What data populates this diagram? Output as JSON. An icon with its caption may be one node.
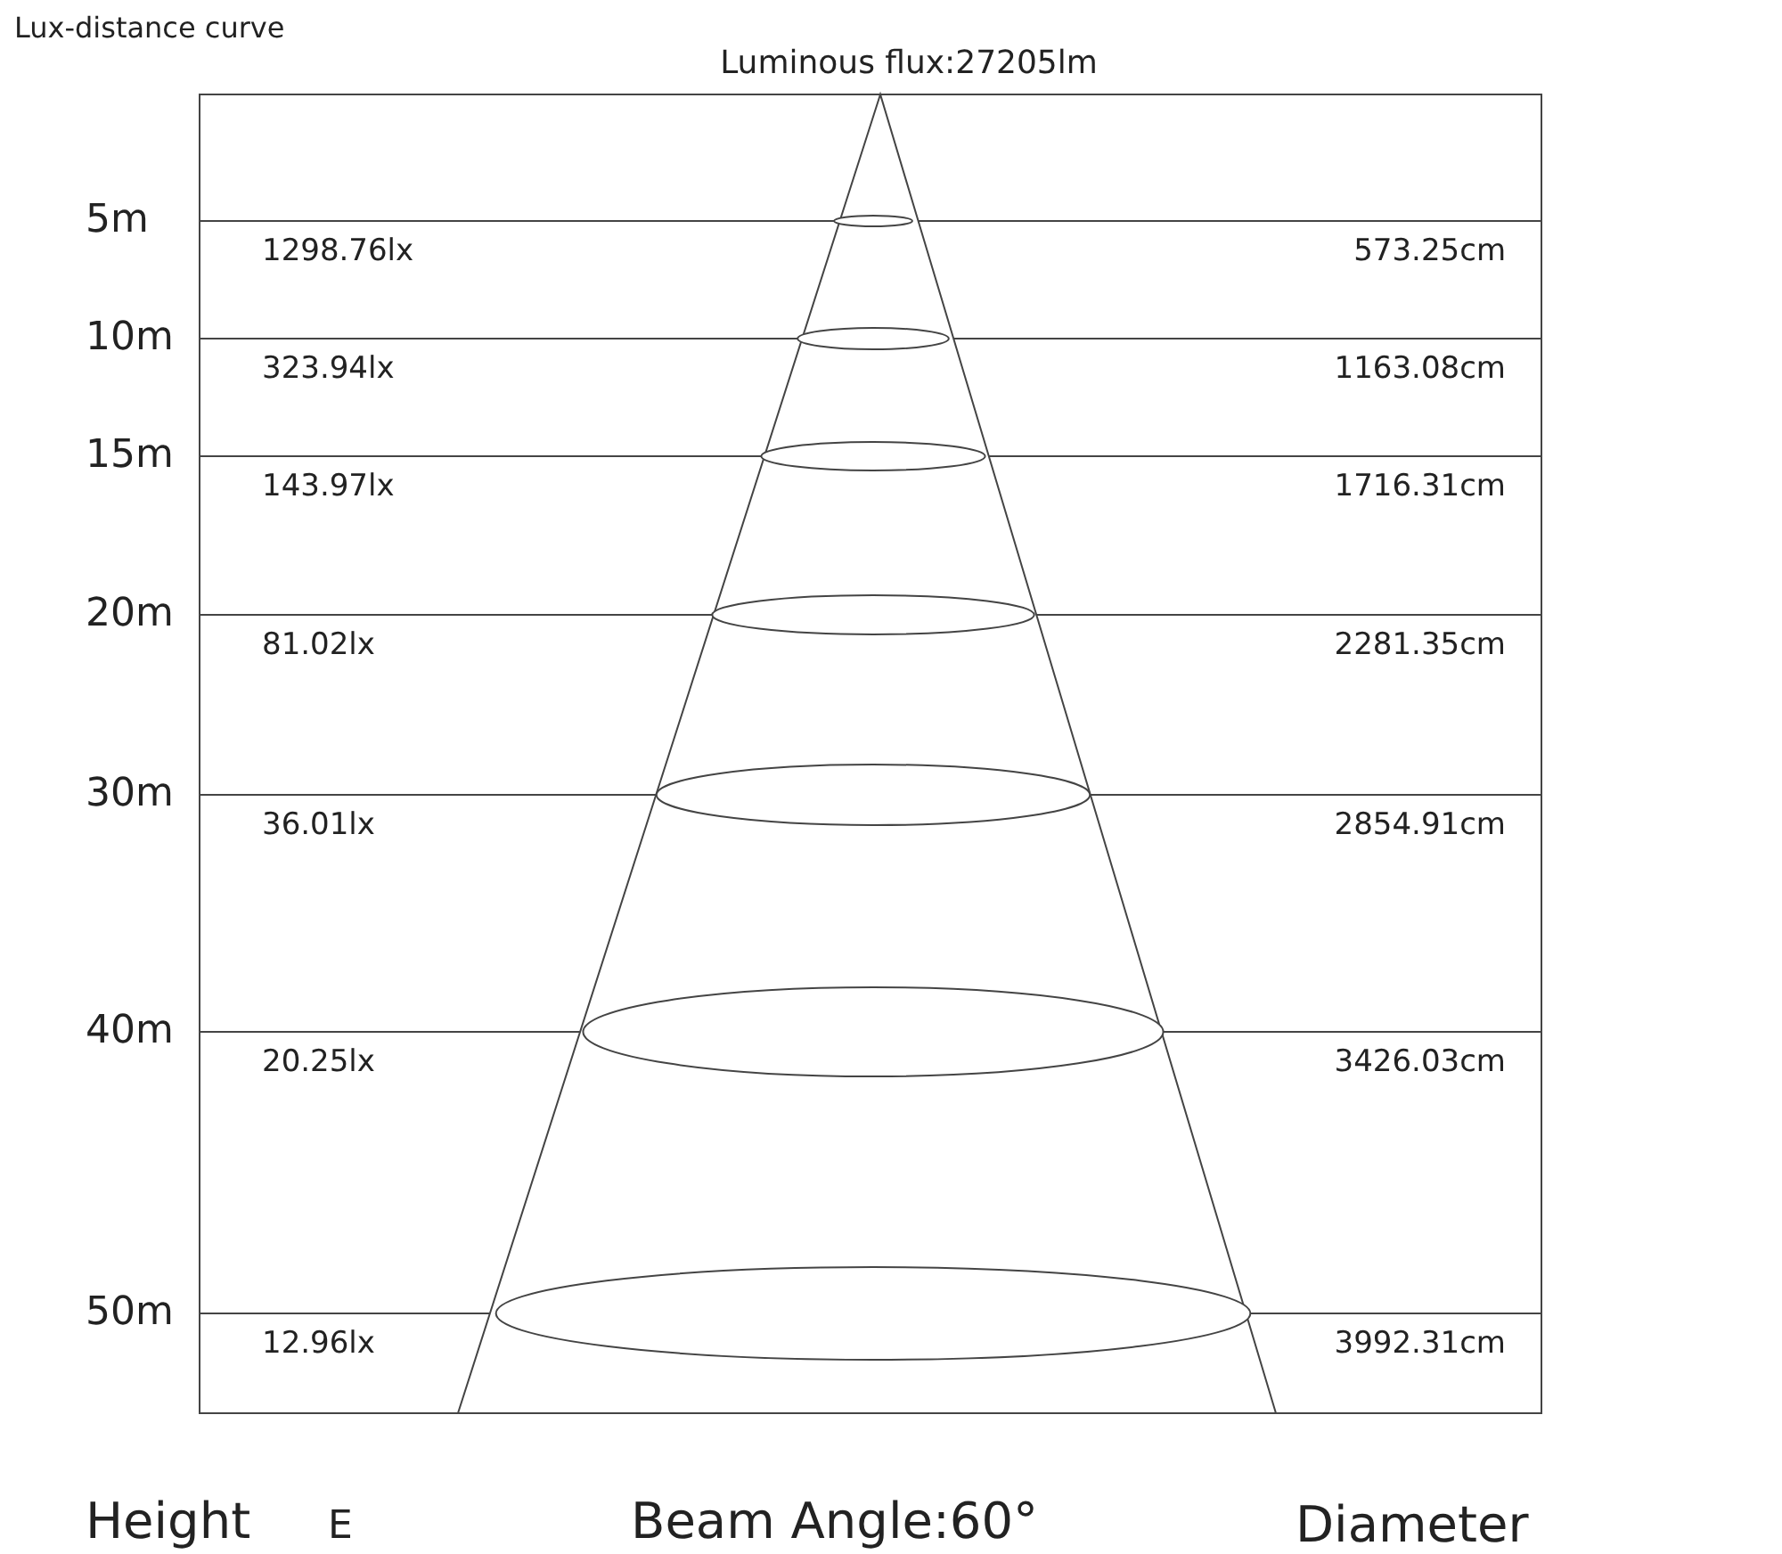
{
  "diagram": {
    "title": "Lux-distance curve",
    "labels": [
      "Luminous flux:27205lm",
      "5m",
      "1298.76lx",
      "573.25cm",
      "10m",
      "323.94lx",
      "1163.08cm",
      "15m",
      "143.97lx",
      "1716.31cm",
      "20m",
      "81.02lx",
      "2281.35cm",
      "30m",
      "36.01lx",
      "2854.91cm",
      "40m",
      "20.25lx",
      "3426.03cm",
      "50m",
      "12.96lx",
      "3992.31cm",
      "Height",
      "E",
      "Beam Angle:60°",
      "Diameter"
    ]
  }
}
